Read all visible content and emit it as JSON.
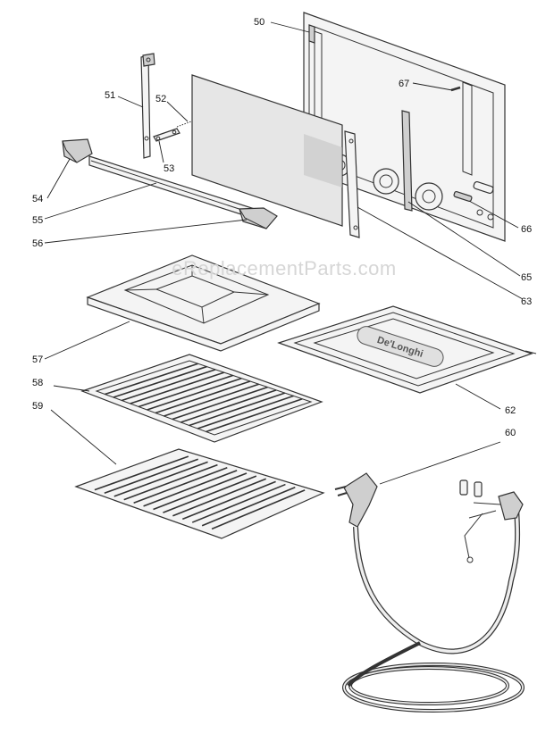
{
  "watermark": "eReplacementParts.com",
  "logo": "De'Longhi",
  "callouts": {
    "p50": "50",
    "p51": "51",
    "p52": "52",
    "p53": "53",
    "p54": "54",
    "p55": "55",
    "p56": "56",
    "p57": "57",
    "p58": "58",
    "p59": "59",
    "p60": "60",
    "p62": "62",
    "p63": "63",
    "p65": "65",
    "p66": "66",
    "p67": "67"
  }
}
